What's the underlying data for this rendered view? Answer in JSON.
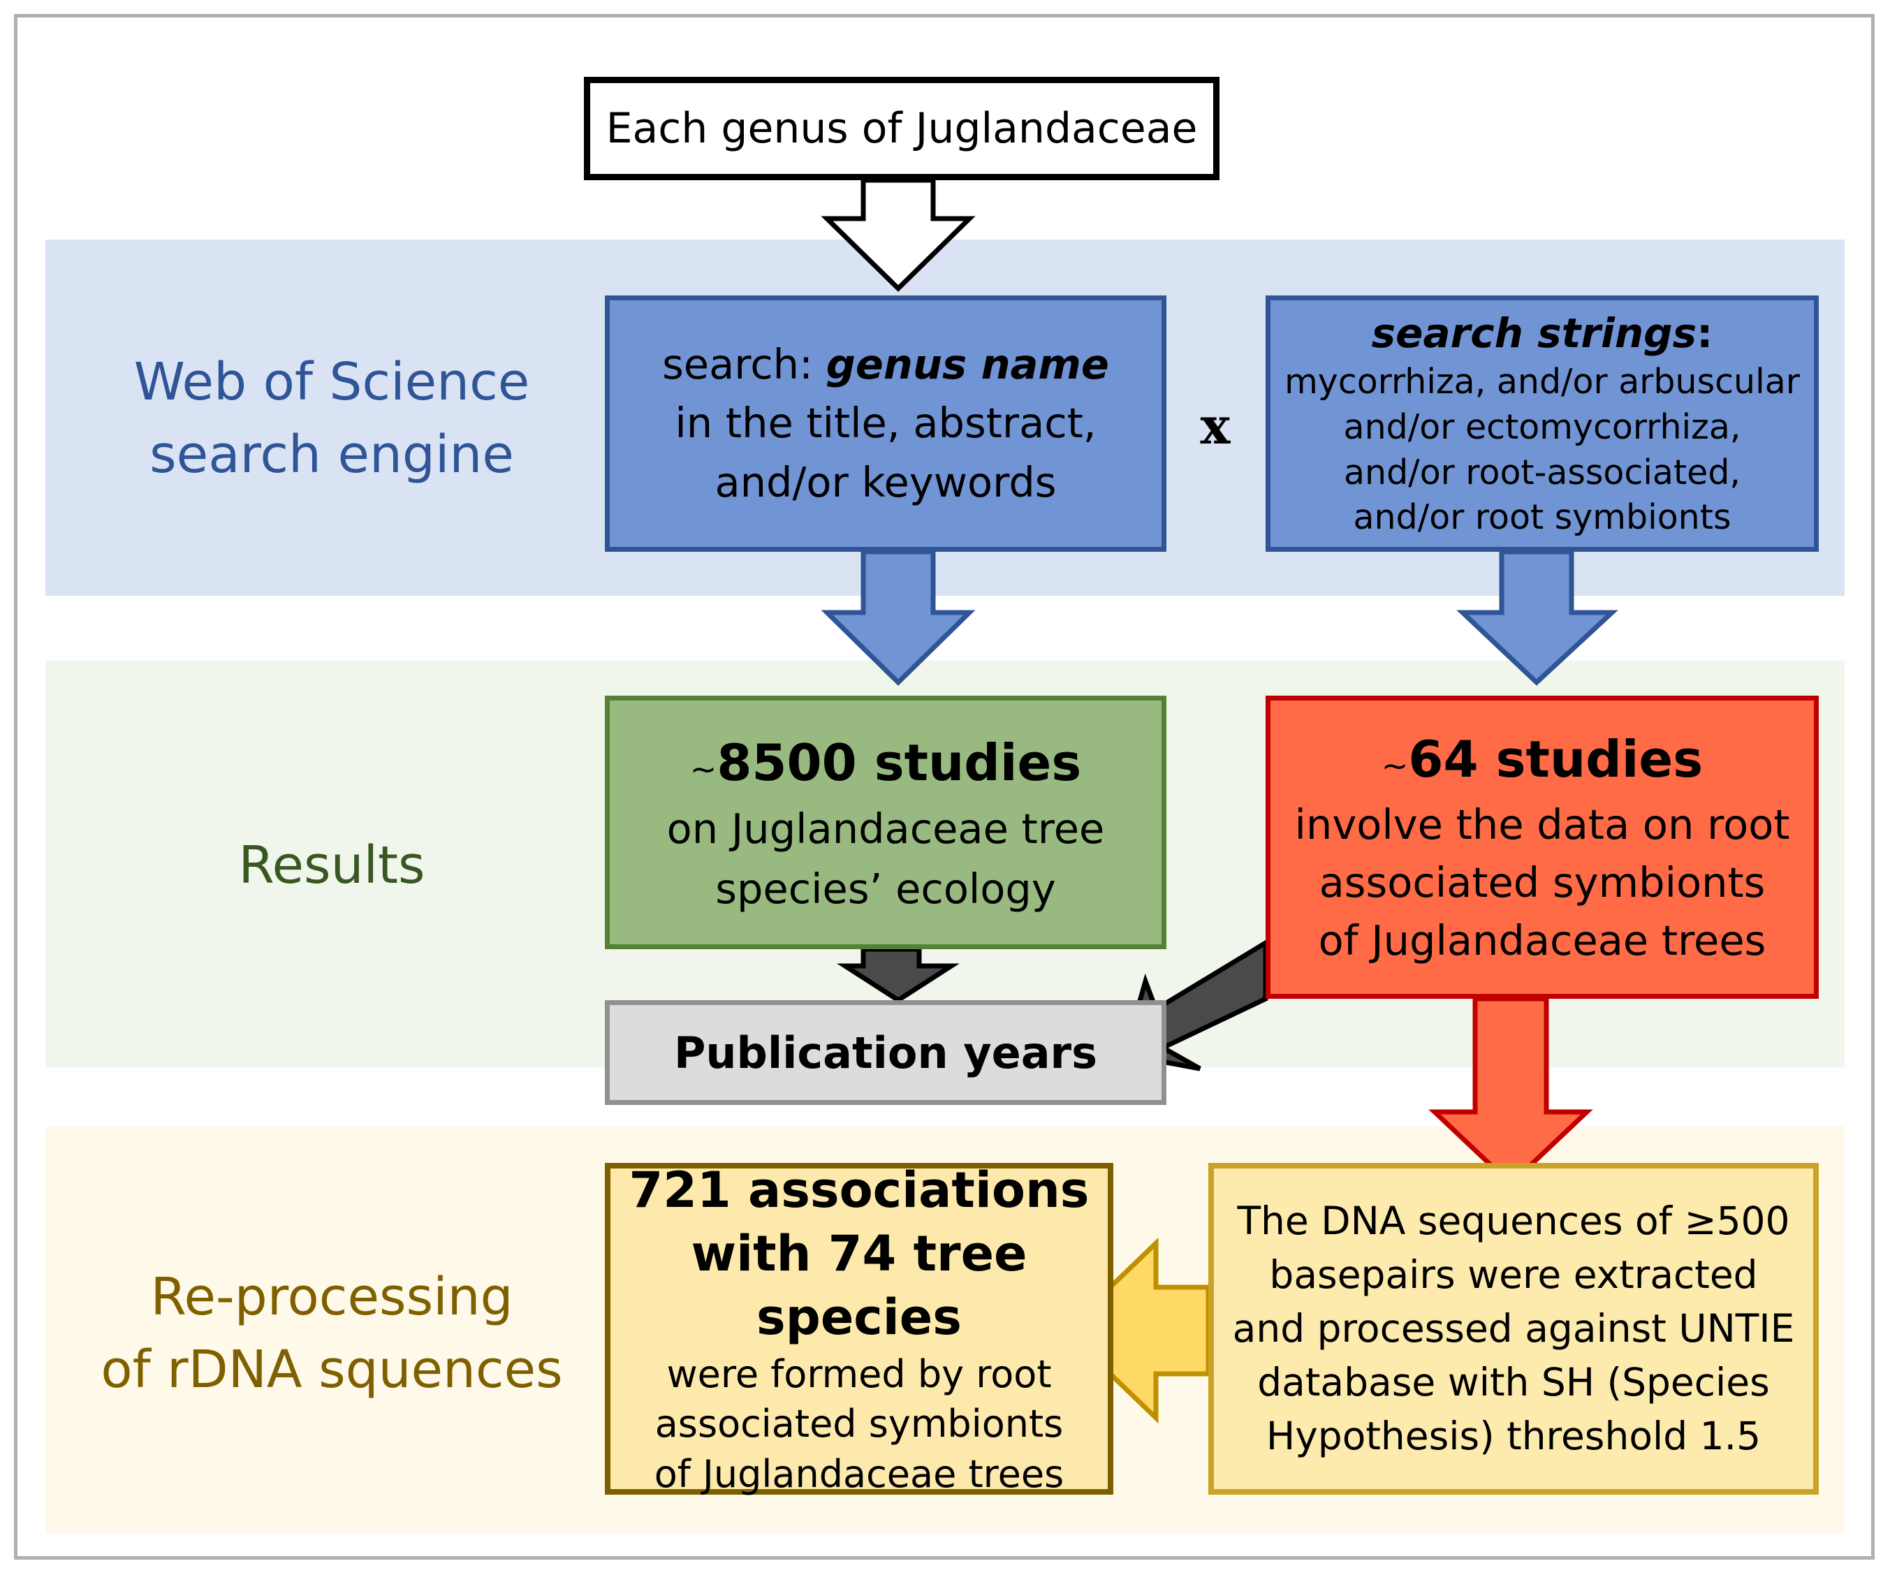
{
  "top_box": {
    "text": "Each genus of Juglandaceae"
  },
  "bands": {
    "web_of_science": {
      "line1": "Web of Science",
      "line2": "search engine"
    },
    "results": {
      "label": "Results"
    },
    "reprocessing": {
      "line1": "Re-processing",
      "line2": "of rDNA squences"
    }
  },
  "search_genus": {
    "prefix": "search: ",
    "emphasis": "genus name",
    "line2": "in the title, abstract,",
    "line3": "and/or keywords"
  },
  "times_sign": "x",
  "search_strings": {
    "heading": "search strings",
    "colon": ":",
    "lines": [
      "mycorrhiza, and/or arbuscular",
      "and/or ectomycorrhiza,",
      "and/or root-associated,",
      "and/or root symbionts"
    ]
  },
  "studies_8500": {
    "tilde": "~",
    "count": "8500 studies",
    "line2": "on Juglandaceae tree",
    "line3": "species’ ecology"
  },
  "studies_64": {
    "tilde": "~",
    "count": "64 studies",
    "lines": [
      "involve the data on root",
      "associated symbionts",
      "of Juglandaceae trees"
    ]
  },
  "publication_years": {
    "text": "Publication years"
  },
  "associations": {
    "bold_lines": [
      "721 associations",
      "with 74 tree species"
    ],
    "lines": [
      "were formed by root",
      "associated symbionts",
      "of Juglandaceae trees"
    ]
  },
  "dna_processing": {
    "lines": [
      "The DNA sequences of ≥500",
      "basepairs were extracted",
      "and processed against UNTIE",
      "database with SH (Species",
      "Hypothesis) threshold 1.5"
    ]
  },
  "colors": {
    "web_band": "#dae3f3",
    "results_band": "#f0f6eb",
    "reprocessing_band": "#fff9ea",
    "blue_box": "#7194d4",
    "green_box": "#98ba80",
    "red_box": "#ff6b46",
    "gray_box": "#dcdcdc",
    "yellow_box": "#fde9ab",
    "yellow_arrow": "#ffd966"
  }
}
